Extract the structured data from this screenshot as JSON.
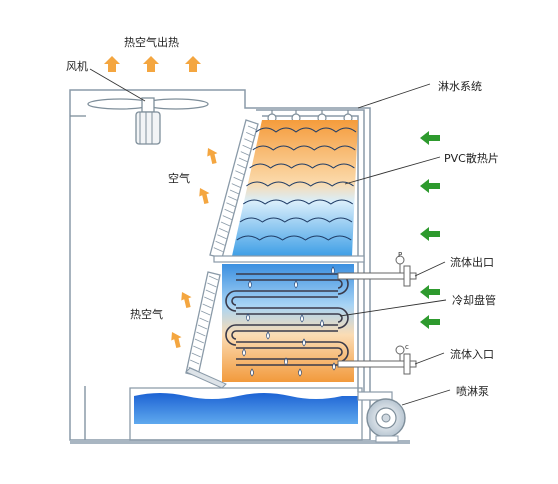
{
  "labels": {
    "hot_air_out": "热空气出热",
    "fan": "风机",
    "air": "空气",
    "hot_air": "热空气",
    "spray_system": "淋水系统",
    "pvc_fill": "PVC散热片",
    "fluid_outlet": "流体出口",
    "cooling_coil": "冷却盘管",
    "fluid_inlet": "流体入口",
    "spray_pump": "喷淋泵",
    "outlet_gauge": "P",
    "inlet_gauge": "c"
  },
  "icons": {
    "up_arrow": "up-arrow-icon",
    "left_arrow": "left-arrow-icon",
    "diag_arrow": "diagonal-arrow-icon",
    "droplet": "droplet-icon"
  },
  "colors": {
    "outline": "#8a9aa8",
    "orange_arrow": "#f4a640",
    "green_arrow": "#2e9a2e",
    "water_blue": "#1f6fd6",
    "fill_orange": "#f6a24a",
    "fill_blue": "#58b4ee",
    "coil_dark": "#3a3a4a"
  }
}
